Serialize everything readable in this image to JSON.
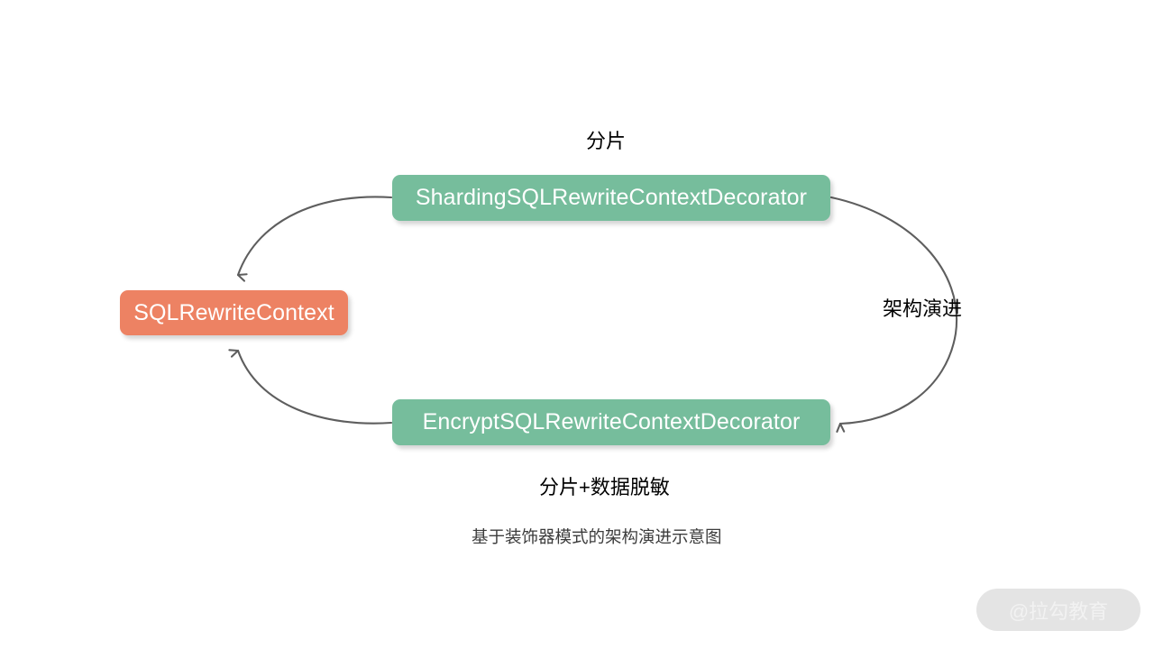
{
  "diagram": {
    "caption": "基于装饰器模式的架构演进示意图",
    "nodes": [
      {
        "id": "sharding",
        "label": "ShardingSQLRewriteContextDecorator",
        "color": "#76bd9c",
        "shape": "rounded-rect"
      },
      {
        "id": "encrypt",
        "label": "EncryptSQLRewriteContextDecorator",
        "color": "#76bd9c",
        "shape": "rounded-rect"
      },
      {
        "id": "context",
        "label": "SQLRewriteContext",
        "color": "#ed8263",
        "shape": "rounded-rect"
      }
    ],
    "edges": [
      {
        "id": "sharding-to-context",
        "from": "sharding",
        "to": "context",
        "label": "分片",
        "style": "curved-arrow",
        "color": "#5e5e5e"
      },
      {
        "id": "encrypt-to-context",
        "from": "encrypt",
        "to": "context",
        "label": "分片+数据脱敏",
        "style": "curved-arrow",
        "color": "#5e5e5e"
      },
      {
        "id": "sharding-to-encrypt",
        "from": "sharding",
        "to": "encrypt",
        "label": "架构演进",
        "style": "curved-arrow",
        "color": "#5e5e5e"
      }
    ],
    "labels": {
      "top": "分片",
      "right": "架构演进",
      "bottom": "分片+数据脱敏"
    }
  },
  "watermark": {
    "text": "@拉勾教育"
  }
}
